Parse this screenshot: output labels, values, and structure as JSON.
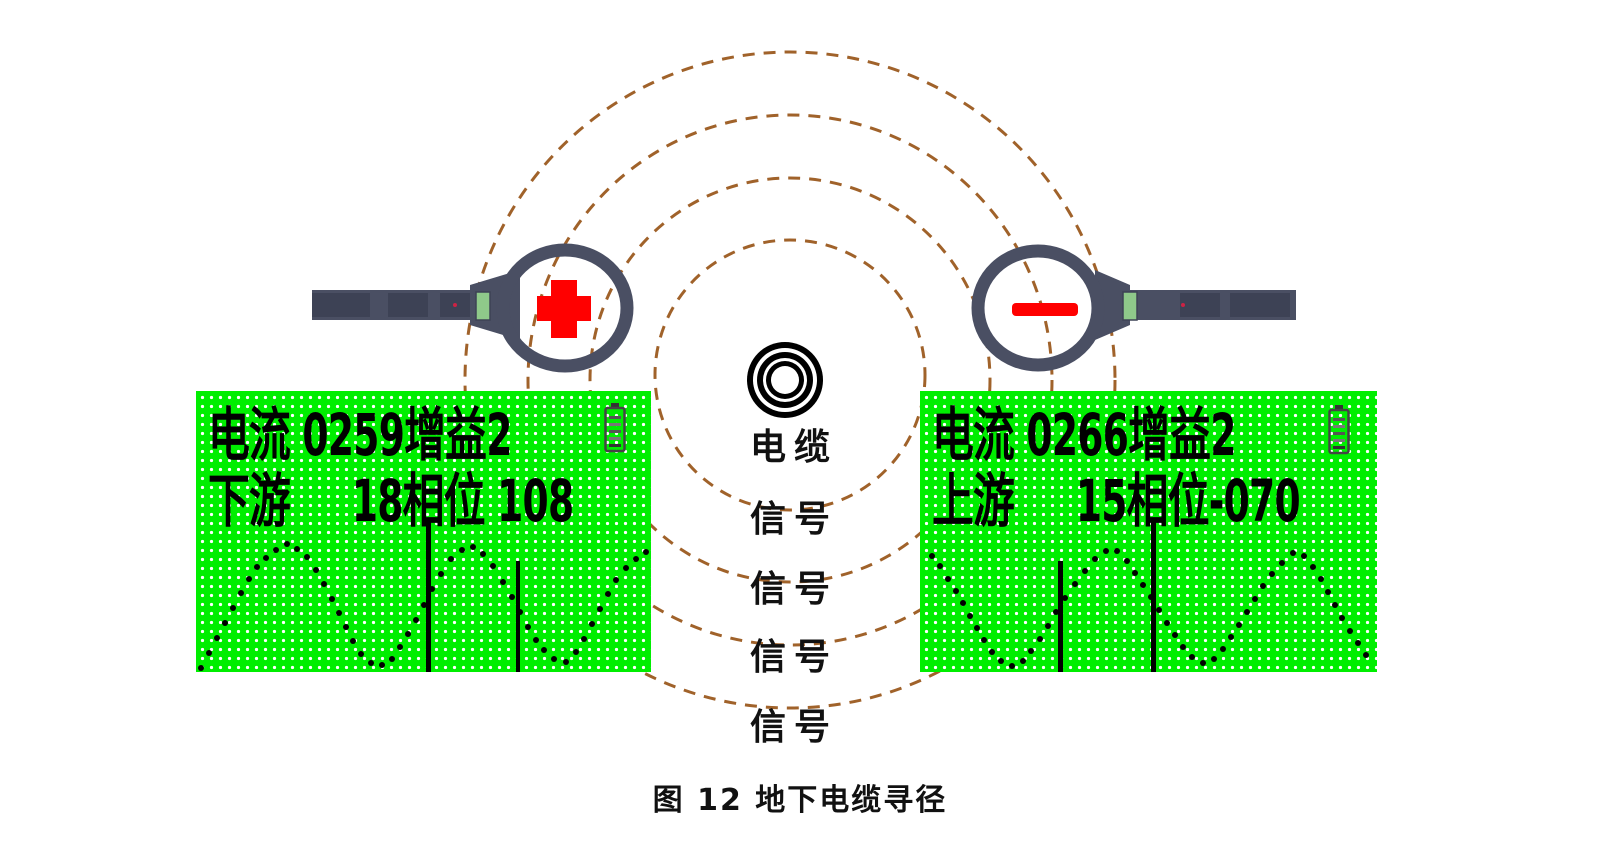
{
  "caption": "图 12  地下电缆寻径",
  "cable": {
    "label": "电缆",
    "icon": "cable-cross-section-icon"
  },
  "signal_labels": [
    "信号",
    "信号",
    "信号",
    "信号"
  ],
  "colors": {
    "screen_bg": "#00ee00",
    "field_lines": "#a0622a",
    "clamp_body": "#4a4f63",
    "polarity_mark": "#ff0000",
    "display_window": "#8fc98a"
  },
  "left_meter": {
    "polarity": "+",
    "screen": {
      "line1": "电流 0259增益2",
      "line2": "下游     18相位 108",
      "current": "0259",
      "gain": "2",
      "direction": "下游",
      "signal_strength": "18",
      "phase": "108"
    }
  },
  "right_meter": {
    "polarity": "−",
    "screen": {
      "line1": "电流 0266增益2",
      "line2": "上游     15相位-070",
      "current": "0266",
      "gain": "2",
      "direction": "上游",
      "signal_strength": "15",
      "phase": "-070"
    }
  }
}
